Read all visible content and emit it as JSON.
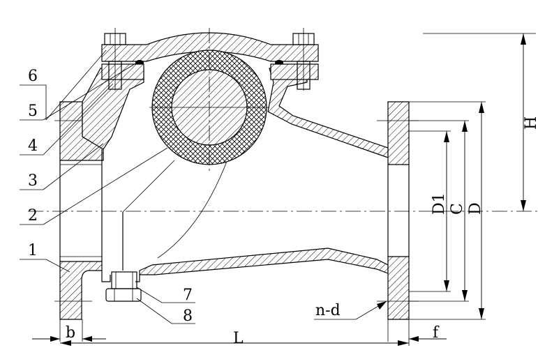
{
  "part_labels": {
    "p1": "1",
    "p2": "2",
    "p3": "3",
    "p4": "4",
    "p5": "5",
    "p6": "6",
    "p7": "7",
    "p8": "8"
  },
  "dimension_labels": {
    "b": "b",
    "L": "L",
    "f": "f",
    "nd": "n-d",
    "D1": "D1",
    "C": "C",
    "D": "D",
    "H": "H"
  },
  "colors": {
    "line": "#000000",
    "background": "#ffffff"
  }
}
